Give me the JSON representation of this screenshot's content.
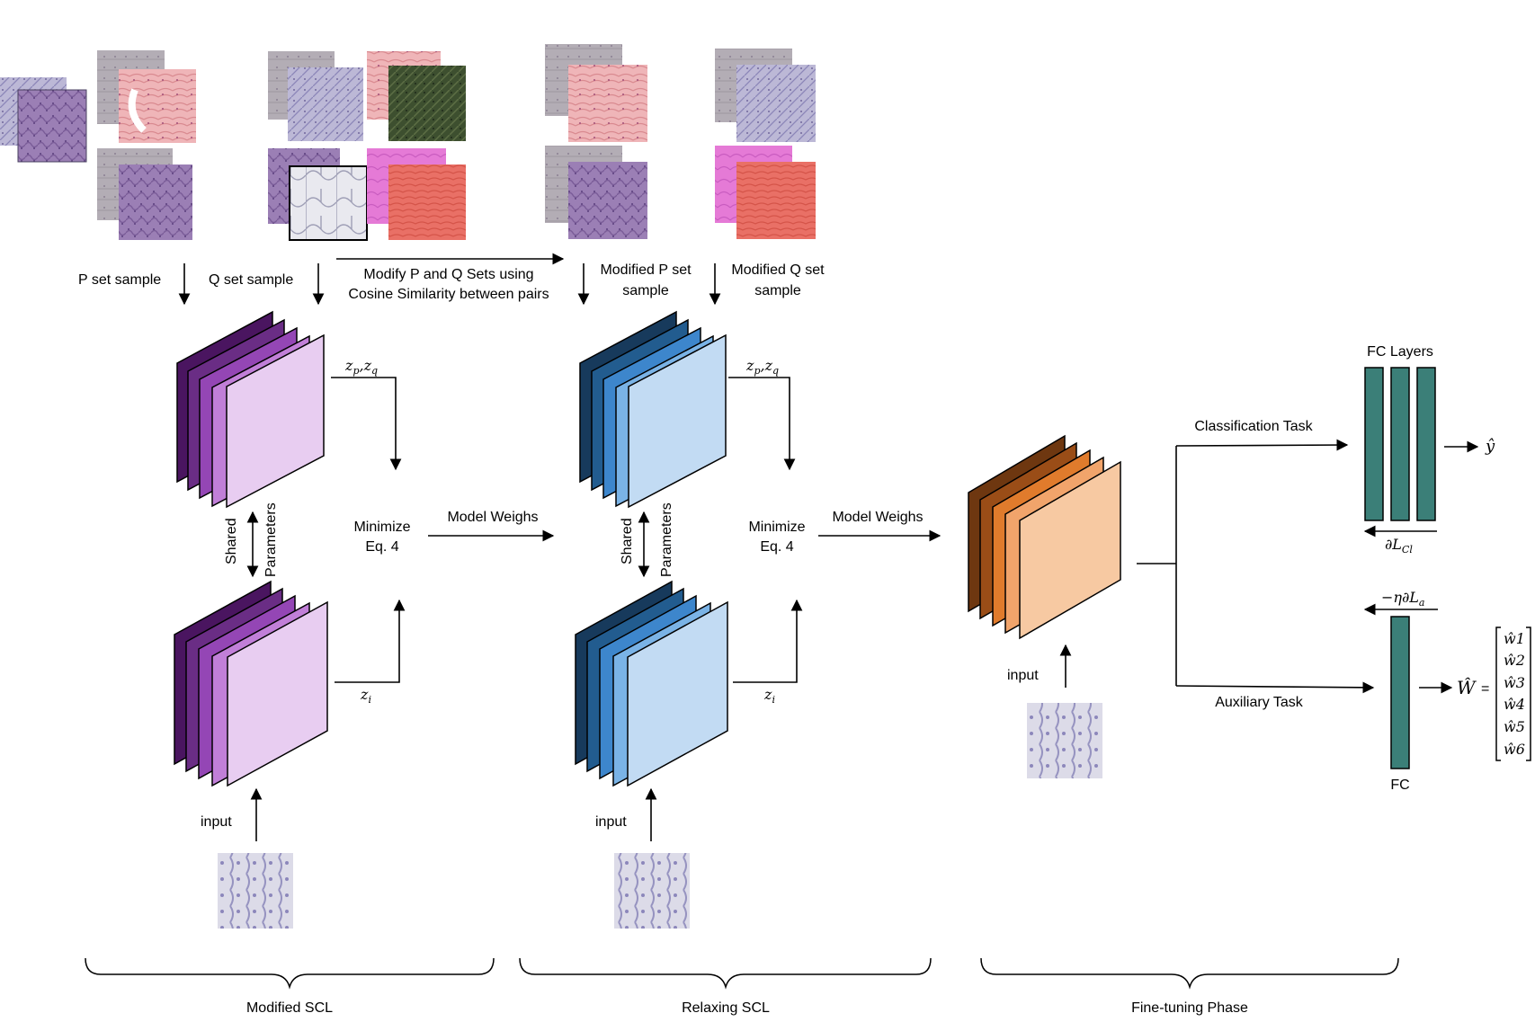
{
  "top_labels": {
    "p_set": "P set sample",
    "q_set": "Q set sample",
    "modify_line1": "Modify P and Q Sets using",
    "modify_line2": "Cosine Similarity between pairs",
    "mod_p_line1": "Modified P set",
    "mod_p_line2": "sample",
    "mod_q_line1": "Modified Q set",
    "mod_q_line2": "sample"
  },
  "scl1": {
    "z_top": "z",
    "z_top_sub": "p",
    "z_top2": ",z",
    "z_top2_sub": "q",
    "minimize_1": "Minimize",
    "minimize_2": "Eq. 4",
    "shared": "Shared",
    "parameters": "Parameters",
    "z_bottom": "z",
    "z_bottom_sub": "i",
    "input": "input",
    "model_weights": "Model Weighs"
  },
  "scl2": {
    "z_top": "z",
    "z_top_sub": "p",
    "z_top2": ",z",
    "z_top2_sub": "q",
    "minimize_1": "Minimize",
    "minimize_2": "Eq. 4",
    "shared": "Shared",
    "parameters": "Parameters",
    "z_bottom": "z",
    "z_bottom_sub": "i",
    "input": "input",
    "model_weights": "Model Weighs"
  },
  "finetune": {
    "input": "input",
    "classification_task": "Classification Task",
    "auxiliary_task": "Auxiliary Task",
    "fc_layers": "FC Layers",
    "fc": "FC",
    "y_hat": "ŷ",
    "loss_cl": "∂L",
    "loss_cl_sub": "Cl",
    "loss_a": "−η∂L",
    "loss_a_sub": "a",
    "w_hat": "Ŵ",
    "equals": "=",
    "w_entries": [
      "ŵ1",
      "ŵ2",
      "ŵ3",
      "ŵ4",
      "ŵ5",
      "ŵ6"
    ]
  },
  "phases": [
    "Modified SCL",
    "Relaxing SCL",
    "Fine-tuning Phase"
  ],
  "colors": {
    "purple": [
      "#4a1560",
      "#6a2d85",
      "#9446b5",
      "#c17fd8",
      "#e8cdf1"
    ],
    "blue": [
      "#173a5c",
      "#225c8f",
      "#3d86cc",
      "#7ab3e6",
      "#c2dbf3"
    ],
    "orange": [
      "#6e3710",
      "#9a4d17",
      "#e07b2c",
      "#f1a46b",
      "#f7c9a2"
    ],
    "fc_teal": "#3b7f78"
  }
}
